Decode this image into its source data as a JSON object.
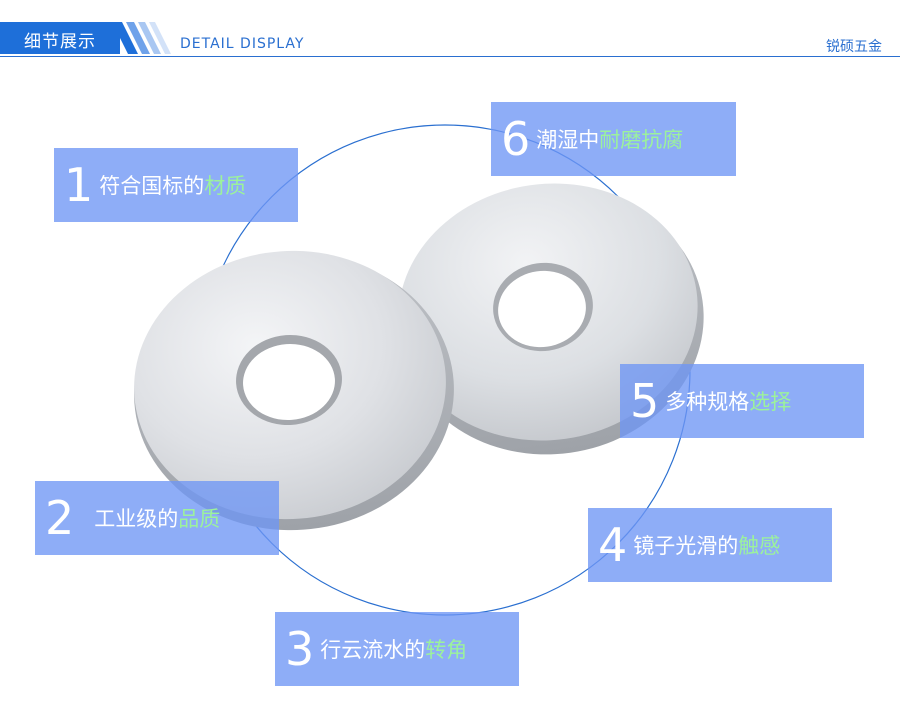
{
  "header": {
    "tab_label": "细节展示",
    "english_label": "DETAIL DISPLAY",
    "brand": "锐硕五金"
  },
  "colors": {
    "accent": "#1e6fd9",
    "box": "#6e96f5",
    "highlight": "#9cf29c"
  },
  "features": [
    {
      "num": "1",
      "text": "符合国标的",
      "highlight": "材质"
    },
    {
      "num": "2",
      "text": "工业级的",
      "highlight": "品质"
    },
    {
      "num": "3",
      "text": "行云流水的",
      "highlight": "转角"
    },
    {
      "num": "4",
      "text": "镜子光滑的",
      "highlight": "触感"
    },
    {
      "num": "5",
      "text": "多种规格",
      "highlight": "选择"
    },
    {
      "num": "6",
      "text": "潮湿中",
      "highlight": "耐磨抗腐"
    }
  ]
}
